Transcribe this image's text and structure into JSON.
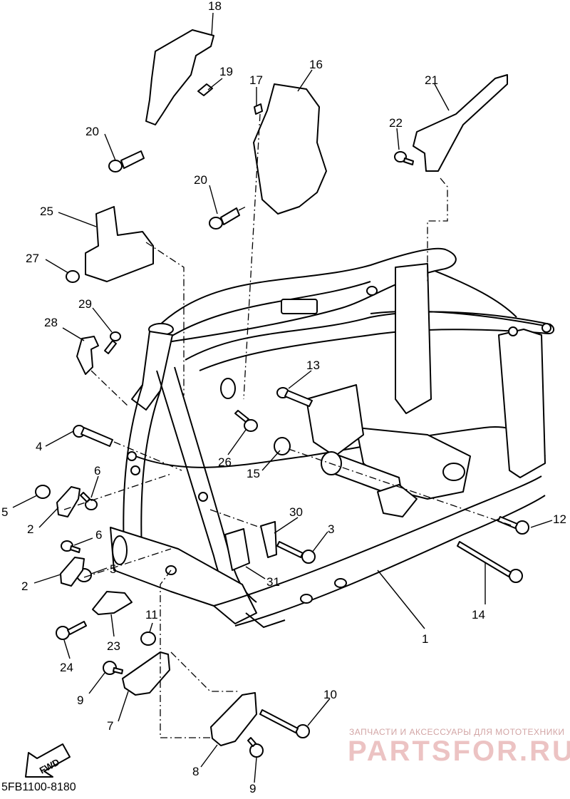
{
  "diagram": {
    "catalog_code": "5FB1100-8180",
    "watermark": {
      "caption": "ЗАПЧАСТИ И АКСЕССУАРЫ ДЛЯ МОТОТЕХНИКИ",
      "brand": "PARTSFOR.RU"
    },
    "fwd_label": "FWD",
    "callouts": [
      "18",
      "19",
      "17",
      "16",
      "20",
      "21",
      "22",
      "20",
      "25",
      "27",
      "29",
      "28",
      "13",
      "4",
      "26",
      "15",
      "6",
      "5",
      "2",
      "30",
      "3",
      "12",
      "6",
      "5",
      "2",
      "31",
      "11",
      "23",
      "24",
      "14",
      "1",
      "9",
      "7",
      "10",
      "8",
      "9"
    ]
  }
}
